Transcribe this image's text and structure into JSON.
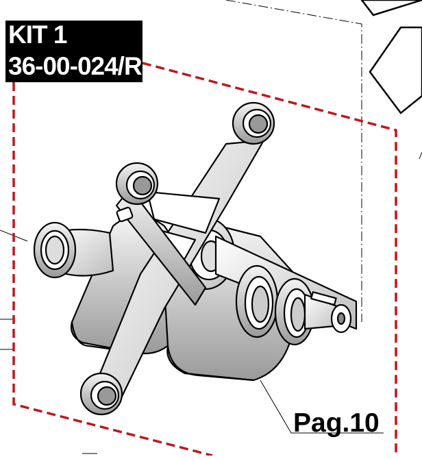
{
  "kit": {
    "line1": "KIT 1",
    "line2": "36-00-024/R"
  },
  "page_ref": "Pag.10",
  "colors": {
    "dash_frame": "#c0161c",
    "linework": "#000000",
    "label_bg": "#000000",
    "label_text": "#ffffff"
  }
}
